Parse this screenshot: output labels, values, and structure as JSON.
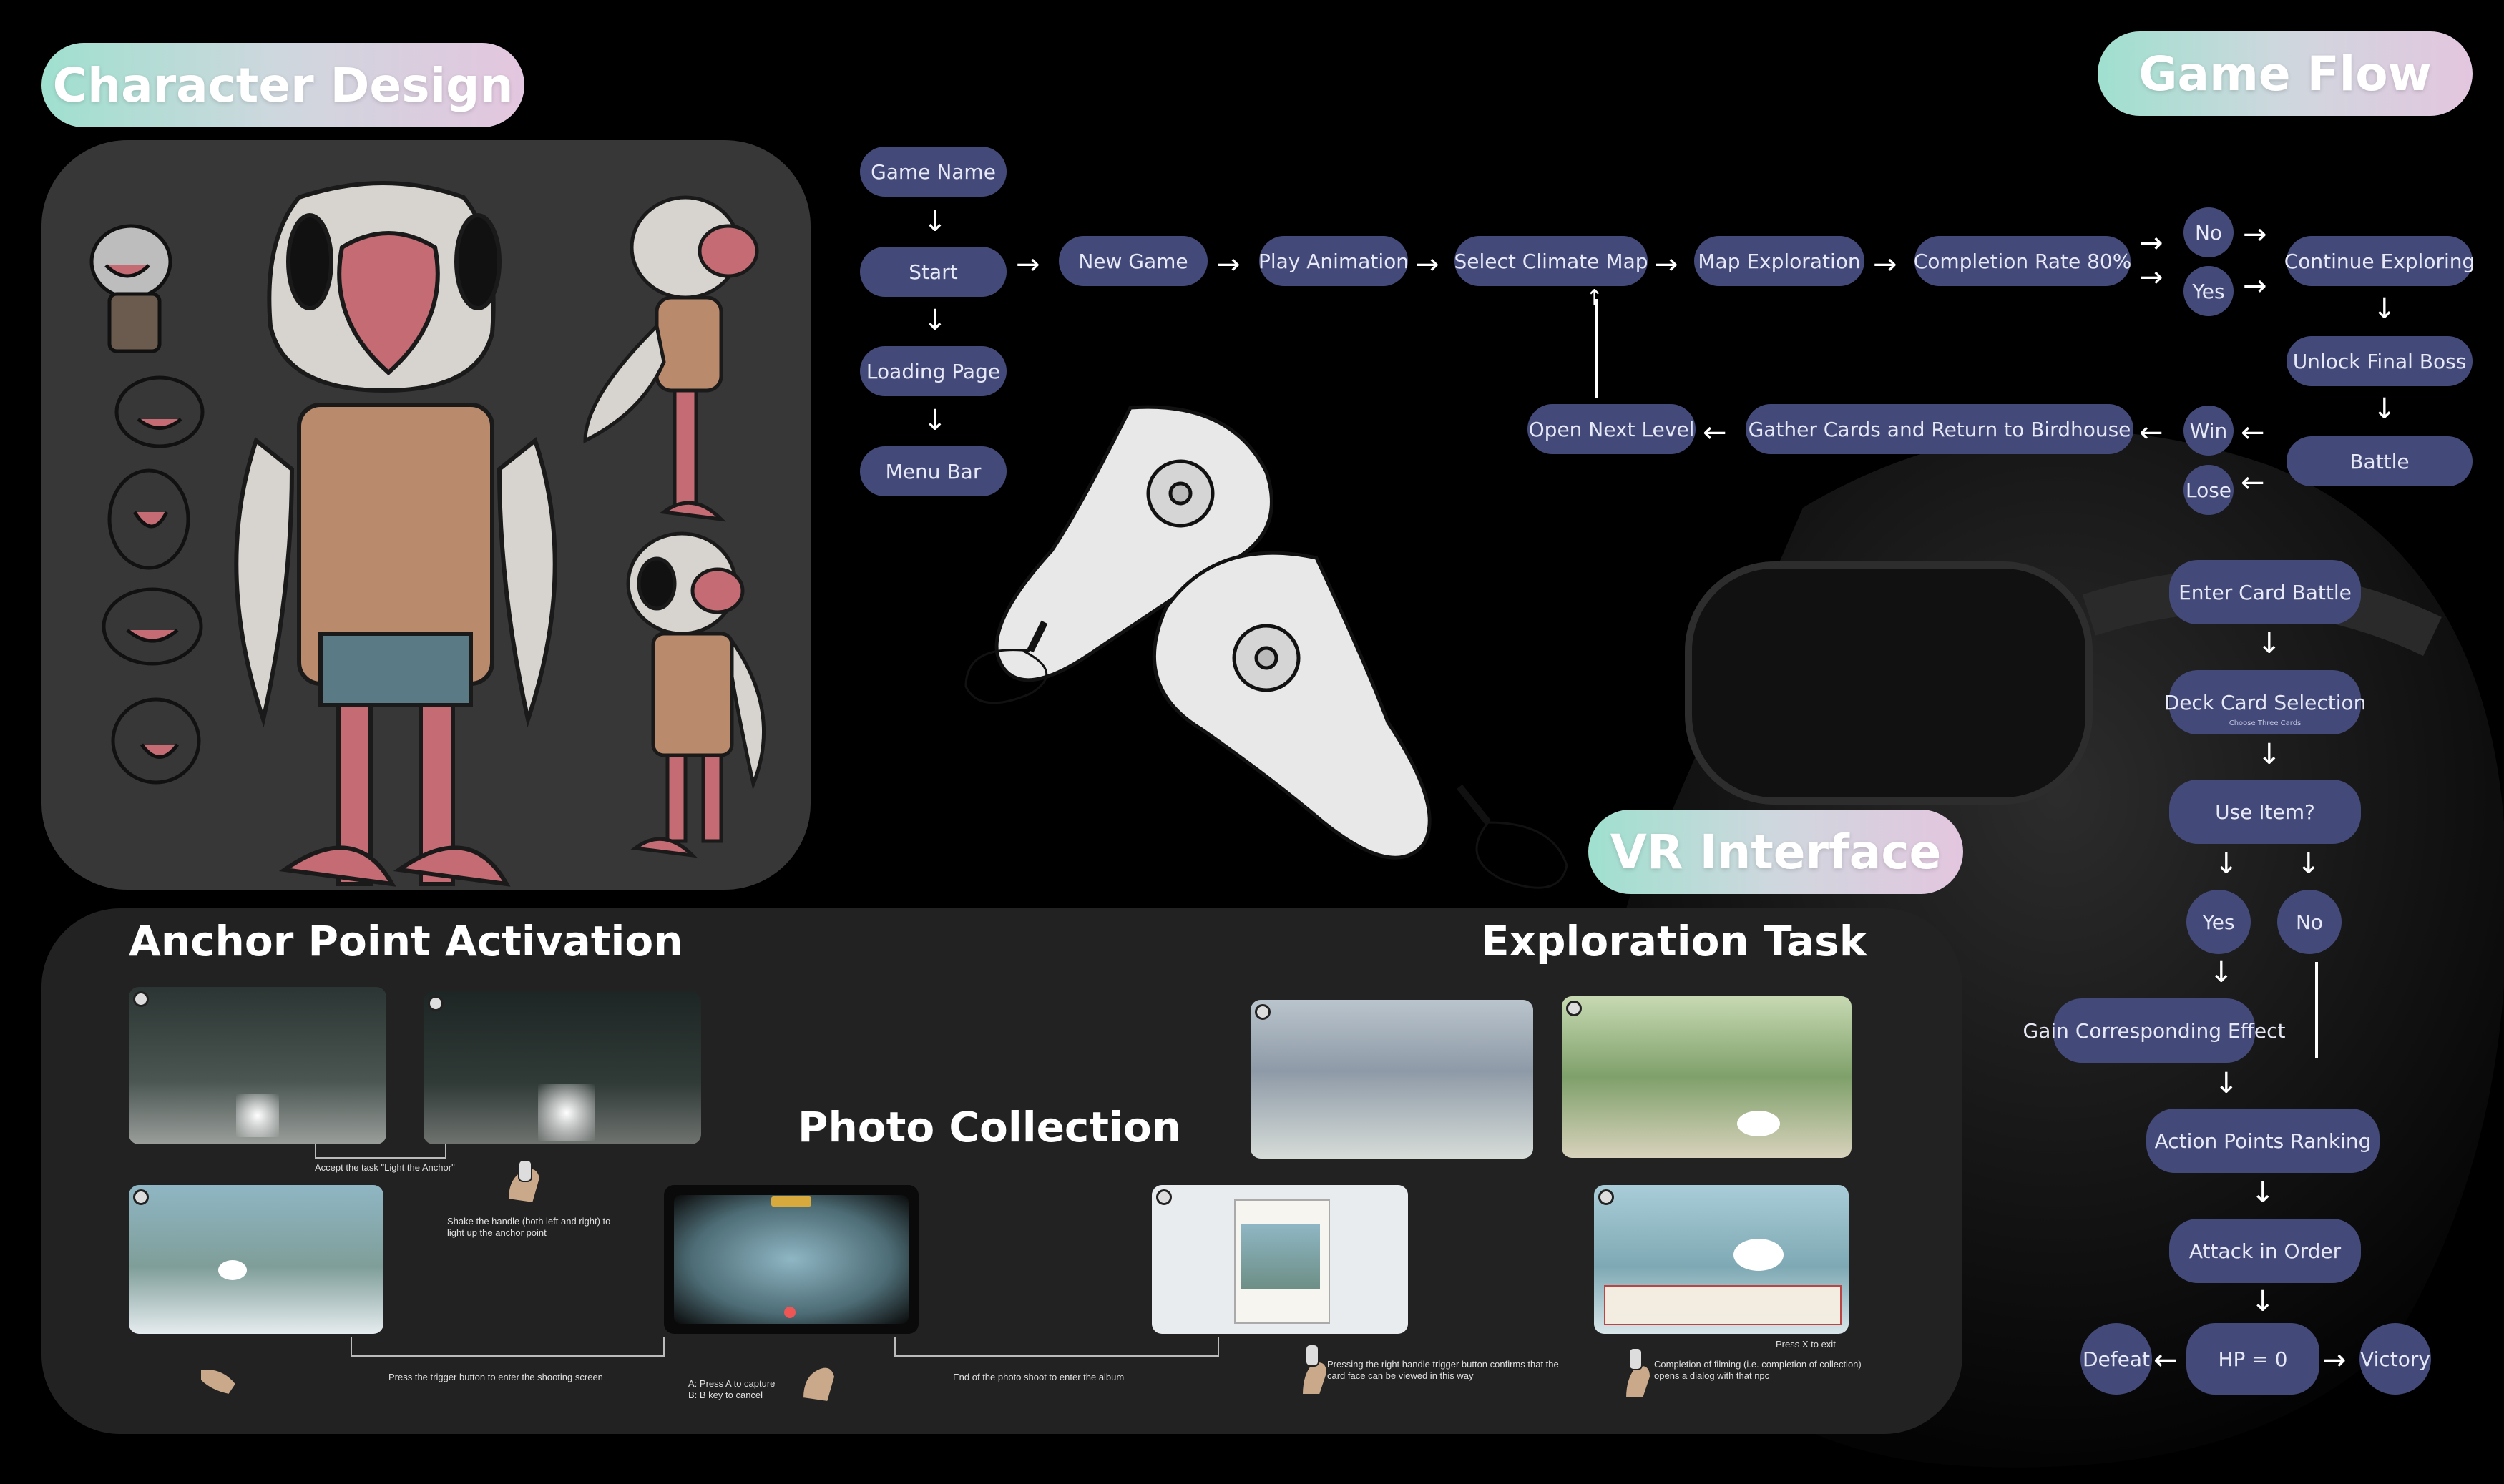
{
  "titles": {
    "character_design": "Character Design",
    "game_flow": "Game Flow",
    "vr_interface": "VR Interface",
    "anchor_point": "Anchor Point Activation",
    "exploration_task": "Exploration Task",
    "photo_collection": "Photo Collection"
  },
  "flow": {
    "game_name": "Game Name",
    "start": "Start",
    "loading_page": "Loading Page",
    "menu_bar": "Menu Bar",
    "new_game": "New Game",
    "play_animation": "Play Animation",
    "select_climate_map": "Select Climate Map",
    "map_exploration": "Map Exploration",
    "completion_rate": "Completion Rate 80%",
    "no": "No",
    "yes": "Yes",
    "continue_exploring": "Continue Exploring",
    "unlock_final_boss": "Unlock Final Boss",
    "battle": "Battle",
    "win": "Win",
    "lose": "Lose",
    "gather_cards": "Gather Cards and Return to Birdhouse",
    "open_next_level": "Open Next Level",
    "enter_card_battle": "Enter Card Battle",
    "deck_card_selection": "Deck Card Selection",
    "deck_card_selection_sub": "Choose Three Cards",
    "use_item": "Use Item?",
    "use_yes": "Yes",
    "use_no": "No",
    "gain_effect": "Gain Corresponding Effect",
    "action_points": "Action Points Ranking",
    "attack_in_order": "Attack in Order",
    "hp_zero": "HP = 0",
    "defeat": "Defeat",
    "victory": "Victory"
  },
  "captions": {
    "accept_task": "Accept the task \"Light the Anchor\"",
    "shake_handle": "Shake the handle (both left and right) to light up the anchor point",
    "press_trigger": "Press the trigger button to enter the shooting screen",
    "press_a": "A: Press A to capture",
    "press_b": "B: B key to cancel",
    "end_photo": "End of the photo shoot to enter the album",
    "pressing_right": "Pressing the right handle trigger button confirms that the card face can be viewed in this way",
    "press_x": "Press X to exit",
    "completion_filming": "Completion of filming (i.e. completion of collection) opens a dialog with that npc"
  },
  "colors": {
    "node": "#434a7a",
    "title_gradient": [
      "#9fe0cf",
      "#cfd7de",
      "#e3c6df"
    ],
    "panel": "#373737",
    "bottom_panel": "#222222"
  }
}
